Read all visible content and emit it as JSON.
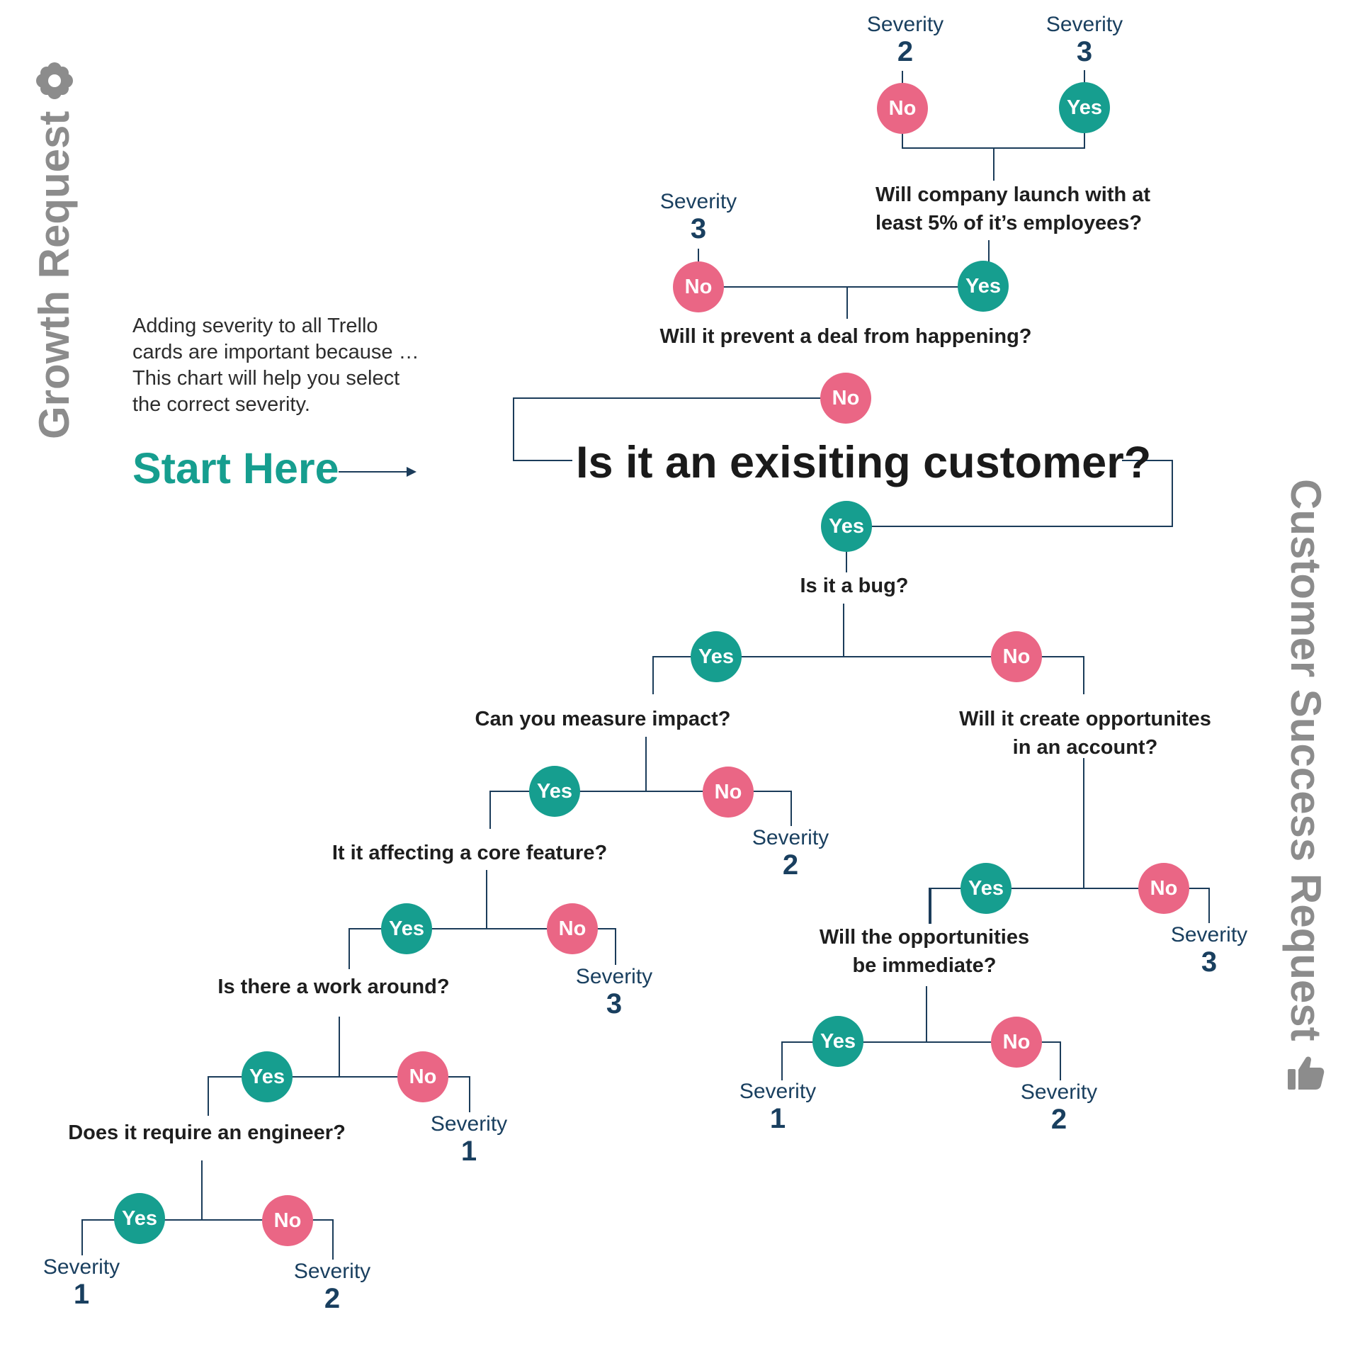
{
  "side_labels": {
    "left": "Growth Request",
    "left_icon": "flower-icon",
    "right": "Customer Success Request",
    "right_icon": "thumbs-up-icon"
  },
  "intro": {
    "text": "Adding severity to all Trello cards are important because … This chart will help you select the correct severity.",
    "start_label": "Start Here"
  },
  "colors": {
    "yes": "#169e8f",
    "no": "#ea6685",
    "line": "#1b3c5a",
    "side_label": "#8c8c8c",
    "severity_text": "#193f5f"
  },
  "main_question": "Is it an exisiting customer?",
  "answers": {
    "yes": "Yes",
    "no": "No"
  },
  "questions": {
    "launch": [
      "Will company launch with at",
      "least 5% of it’s employees?"
    ],
    "deal": "Will it prevent a deal from happening?",
    "bug": "Is it a bug?",
    "measure": "Can you measure impact?",
    "opportunities": [
      "Will it create opportunites",
      "in an account?"
    ],
    "core": "It it affecting a core feature?",
    "immediate": [
      "Will the opportunities",
      "be immediate?"
    ],
    "workaround": "Is there a work around?",
    "engineer": "Does it require an engineer?"
  },
  "severity_label": "Severity",
  "outcomes": {
    "launch_no": "2",
    "launch_yes": "3",
    "deal_no": "3",
    "measure_no": "2",
    "core_no": "3",
    "workaround_no": "1",
    "engineer_yes": "1",
    "engineer_no": "2",
    "opp_no": "3",
    "immediate_yes": "1",
    "immediate_no": "2"
  }
}
